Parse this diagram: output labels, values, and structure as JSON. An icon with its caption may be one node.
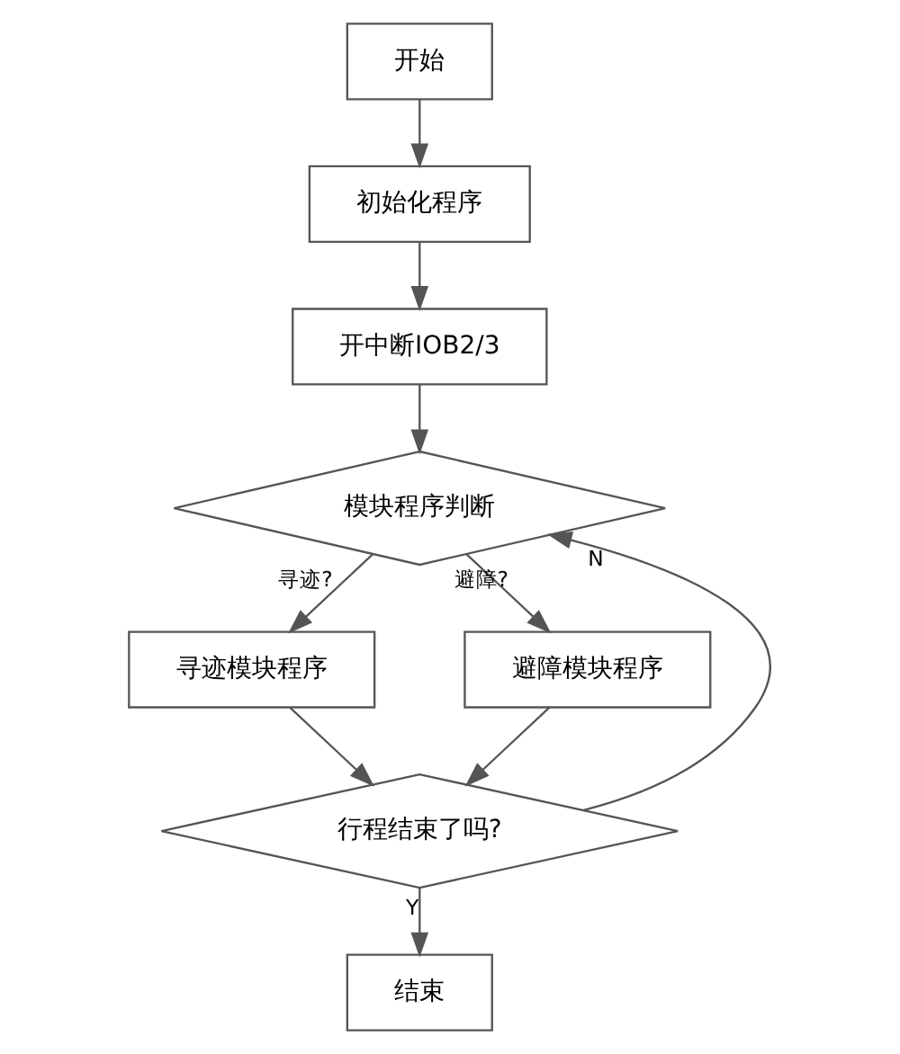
{
  "diagram": {
    "nodes": [
      {
        "text": [
          "开始"
        ]
      },
      {
        "text": [
          "初始化程序"
        ]
      },
      {
        "text": [
          "开中断IOB2/3"
        ]
      },
      {
        "text": [
          "模块程序判断"
        ]
      },
      {
        "text": [
          "寻迹模块程序"
        ]
      },
      {
        "text": [
          "避障模块程序"
        ]
      },
      {
        "text": [
          "行程结束了吗?"
        ]
      },
      {
        "text": [
          "结束"
        ]
      }
    ],
    "edges": [
      {
        "from": 0,
        "to": 1,
        "arrow": "to"
      },
      {
        "from": 1,
        "to": 2,
        "arrow": "to"
      },
      {
        "from": 2,
        "to": 3,
        "arrow": "to"
      },
      {
        "from": 3,
        "to": 4,
        "arrow": "to",
        "label": "寻迹?"
      },
      {
        "from": 3,
        "to": 5,
        "arrow": "to",
        "label": "避障?"
      },
      {
        "from": 4,
        "to": 6,
        "arrow": "to"
      },
      {
        "from": 5,
        "to": 6,
        "arrow": "to"
      },
      {
        "from": 6,
        "to": 3,
        "arrow": "to",
        "label": "N"
      },
      {
        "from": 6,
        "to": 7,
        "arrow": "to",
        "label": "Y"
      }
    ]
  }
}
